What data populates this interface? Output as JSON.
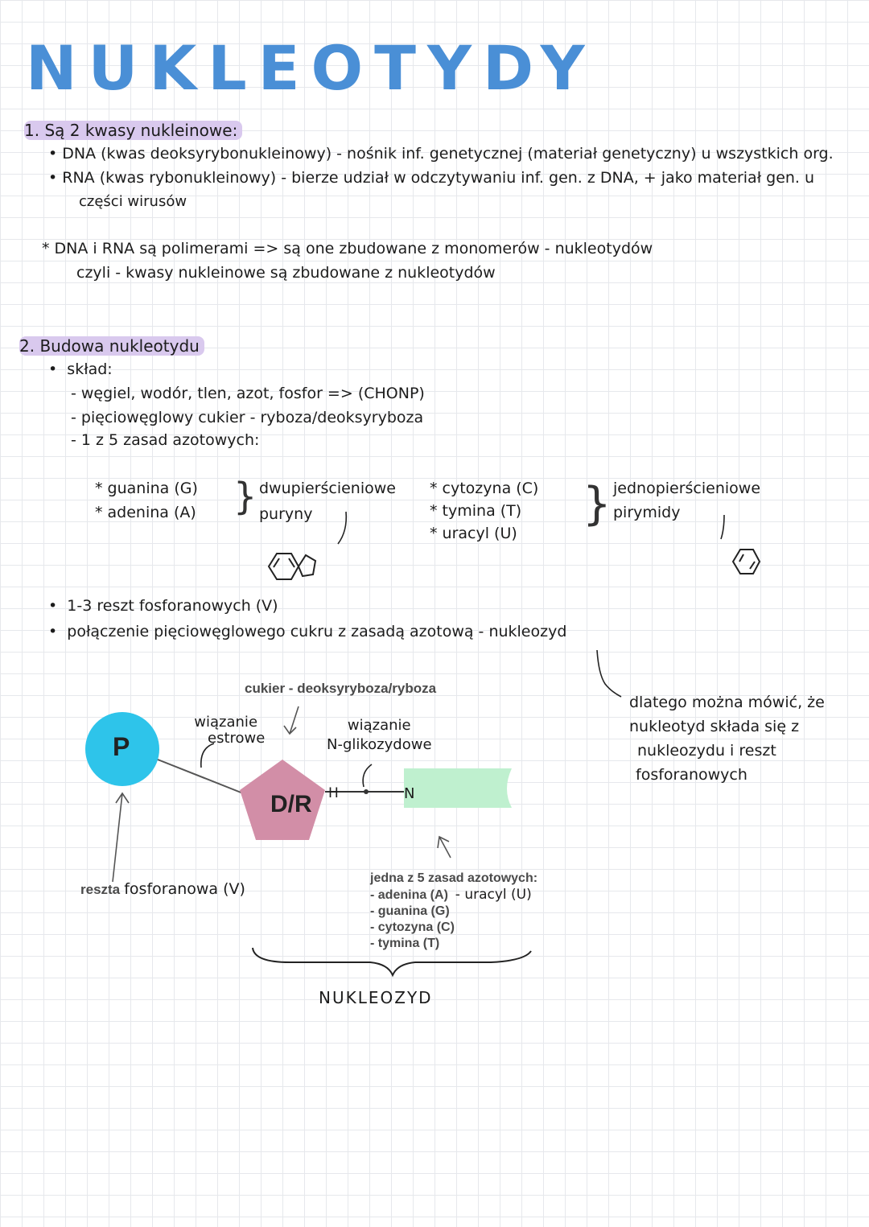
{
  "title": "NUKLEOTYDY",
  "section1": {
    "heading": "1. Są 2 kwasy nukleinowe:",
    "bullets": [
      "DNA (kwas deoksyrybonukleinowy) - nośnik inf. genetycznej (materiał genetyczny) u wszystkich org.",
      "RNA (kwas rybonukleinowy) - bierze udział w odczytywaniu inf. gen. z DNA, + jako materiał gen. u",
      "części wirusów"
    ],
    "note_line1": "* DNA i RNA są polimerami => są one zbudowane z monomerów - nukleotydów",
    "note_line2": "czyli - kwasy nukleinowe są zbudowane z nukleotydów"
  },
  "section2": {
    "heading": "2. Budowa nukleotydu",
    "sklad_label": "skład:",
    "sklad_items": [
      "- węgiel, wodór, tlen, azot, fosfor => (CHONP)",
      "- pięciowęglowy cukier - ryboza/deoksyryboza",
      "- 1 z 5 zasad azotowych:"
    ],
    "purines": [
      "* guanina (G)",
      "* adenina (A)"
    ],
    "purines_desc": [
      "dwupierścieniowe",
      "puryny"
    ],
    "pyrimidines": [
      "* cytozyna (C)",
      "* tymina (T)",
      "* uracyl (U)"
    ],
    "pyrimidines_desc": [
      "jednopierścieniowe",
      "pirymidy"
    ],
    "bullet_phosphate": "1-3 reszt fosforanowych (V)",
    "bullet_nucleoside": "połączenie pięciowęglowego cukru z zasadą azotową - nukleozyd"
  },
  "diagram": {
    "sugar_label": "cukier - deoksyryboza/ryboza",
    "ester_bond": [
      "wiązanie",
      "estrowe"
    ],
    "glycosidic_bond": [
      "wiązanie",
      "N-glikozydowe"
    ],
    "phosphate_letter": "P",
    "sugar_letter": "D/R",
    "h_atom": "H",
    "n_atom": "N",
    "phosphate_caption_print": "reszta",
    "phosphate_caption_hand": "fosforanowa (V)",
    "bases_title": "jedna z 5 zasad azotowych:",
    "bases_list": [
      "- adenina (A)",
      "- guanina (G)",
      "- cytozyna (C)",
      "- tymina (T)"
    ],
    "bases_extra": "- uracyl (U)",
    "nucleoside_label": "NUKLEOZYD",
    "side_note": [
      "dlatego można mówić, że",
      "nukleotyd składa się z",
      "nukleozydu i reszt",
      "fosforanowych"
    ],
    "colors": {
      "phosphate": "#2ec4ea",
      "sugar": "#d28ea7",
      "base": "#bff0cf",
      "highlight": "#d9c9ee",
      "title": "#4a8fd6"
    }
  }
}
